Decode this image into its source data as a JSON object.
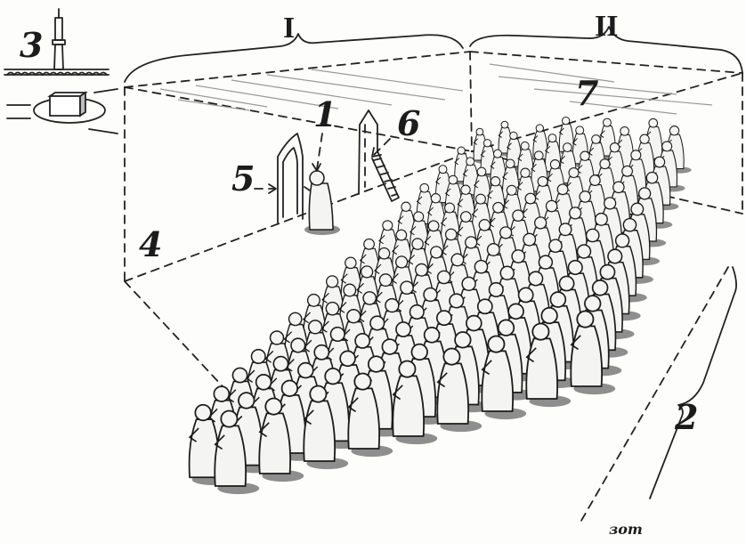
{
  "labels": {
    "n1": "1",
    "n2": "2",
    "n3": "3",
    "n4": "4",
    "n5": "5",
    "n6": "6",
    "n7": "7",
    "section_I": "I",
    "section_II": "II"
  },
  "signature": "зот",
  "colors": {
    "ink": "#1c1c1c",
    "paper": "#fdfdfc",
    "robe": "#f4f4f2",
    "shadow": "#8e8e8e"
  },
  "worshippers": {
    "front_rows": 9,
    "back_rows": 8,
    "columns": 10
  }
}
